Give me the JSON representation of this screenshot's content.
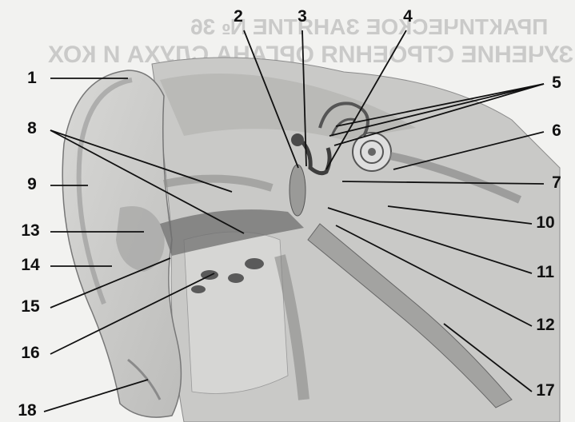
{
  "bleed_through": {
    "line1": "ПРАКТИЧЕСКОЕ ЗАНЯТИЕ № 36",
    "line2": "ИЗУЧЕНИЕ СТРОЕНИЯ ОРГАНА СЛУХА И КОХ"
  },
  "callouts": [
    "1",
    "2",
    "3",
    "4",
    "5",
    "6",
    "7",
    "8",
    "9",
    "10",
    "11",
    "12",
    "13",
    "14",
    "15",
    "16",
    "17",
    "18"
  ]
}
